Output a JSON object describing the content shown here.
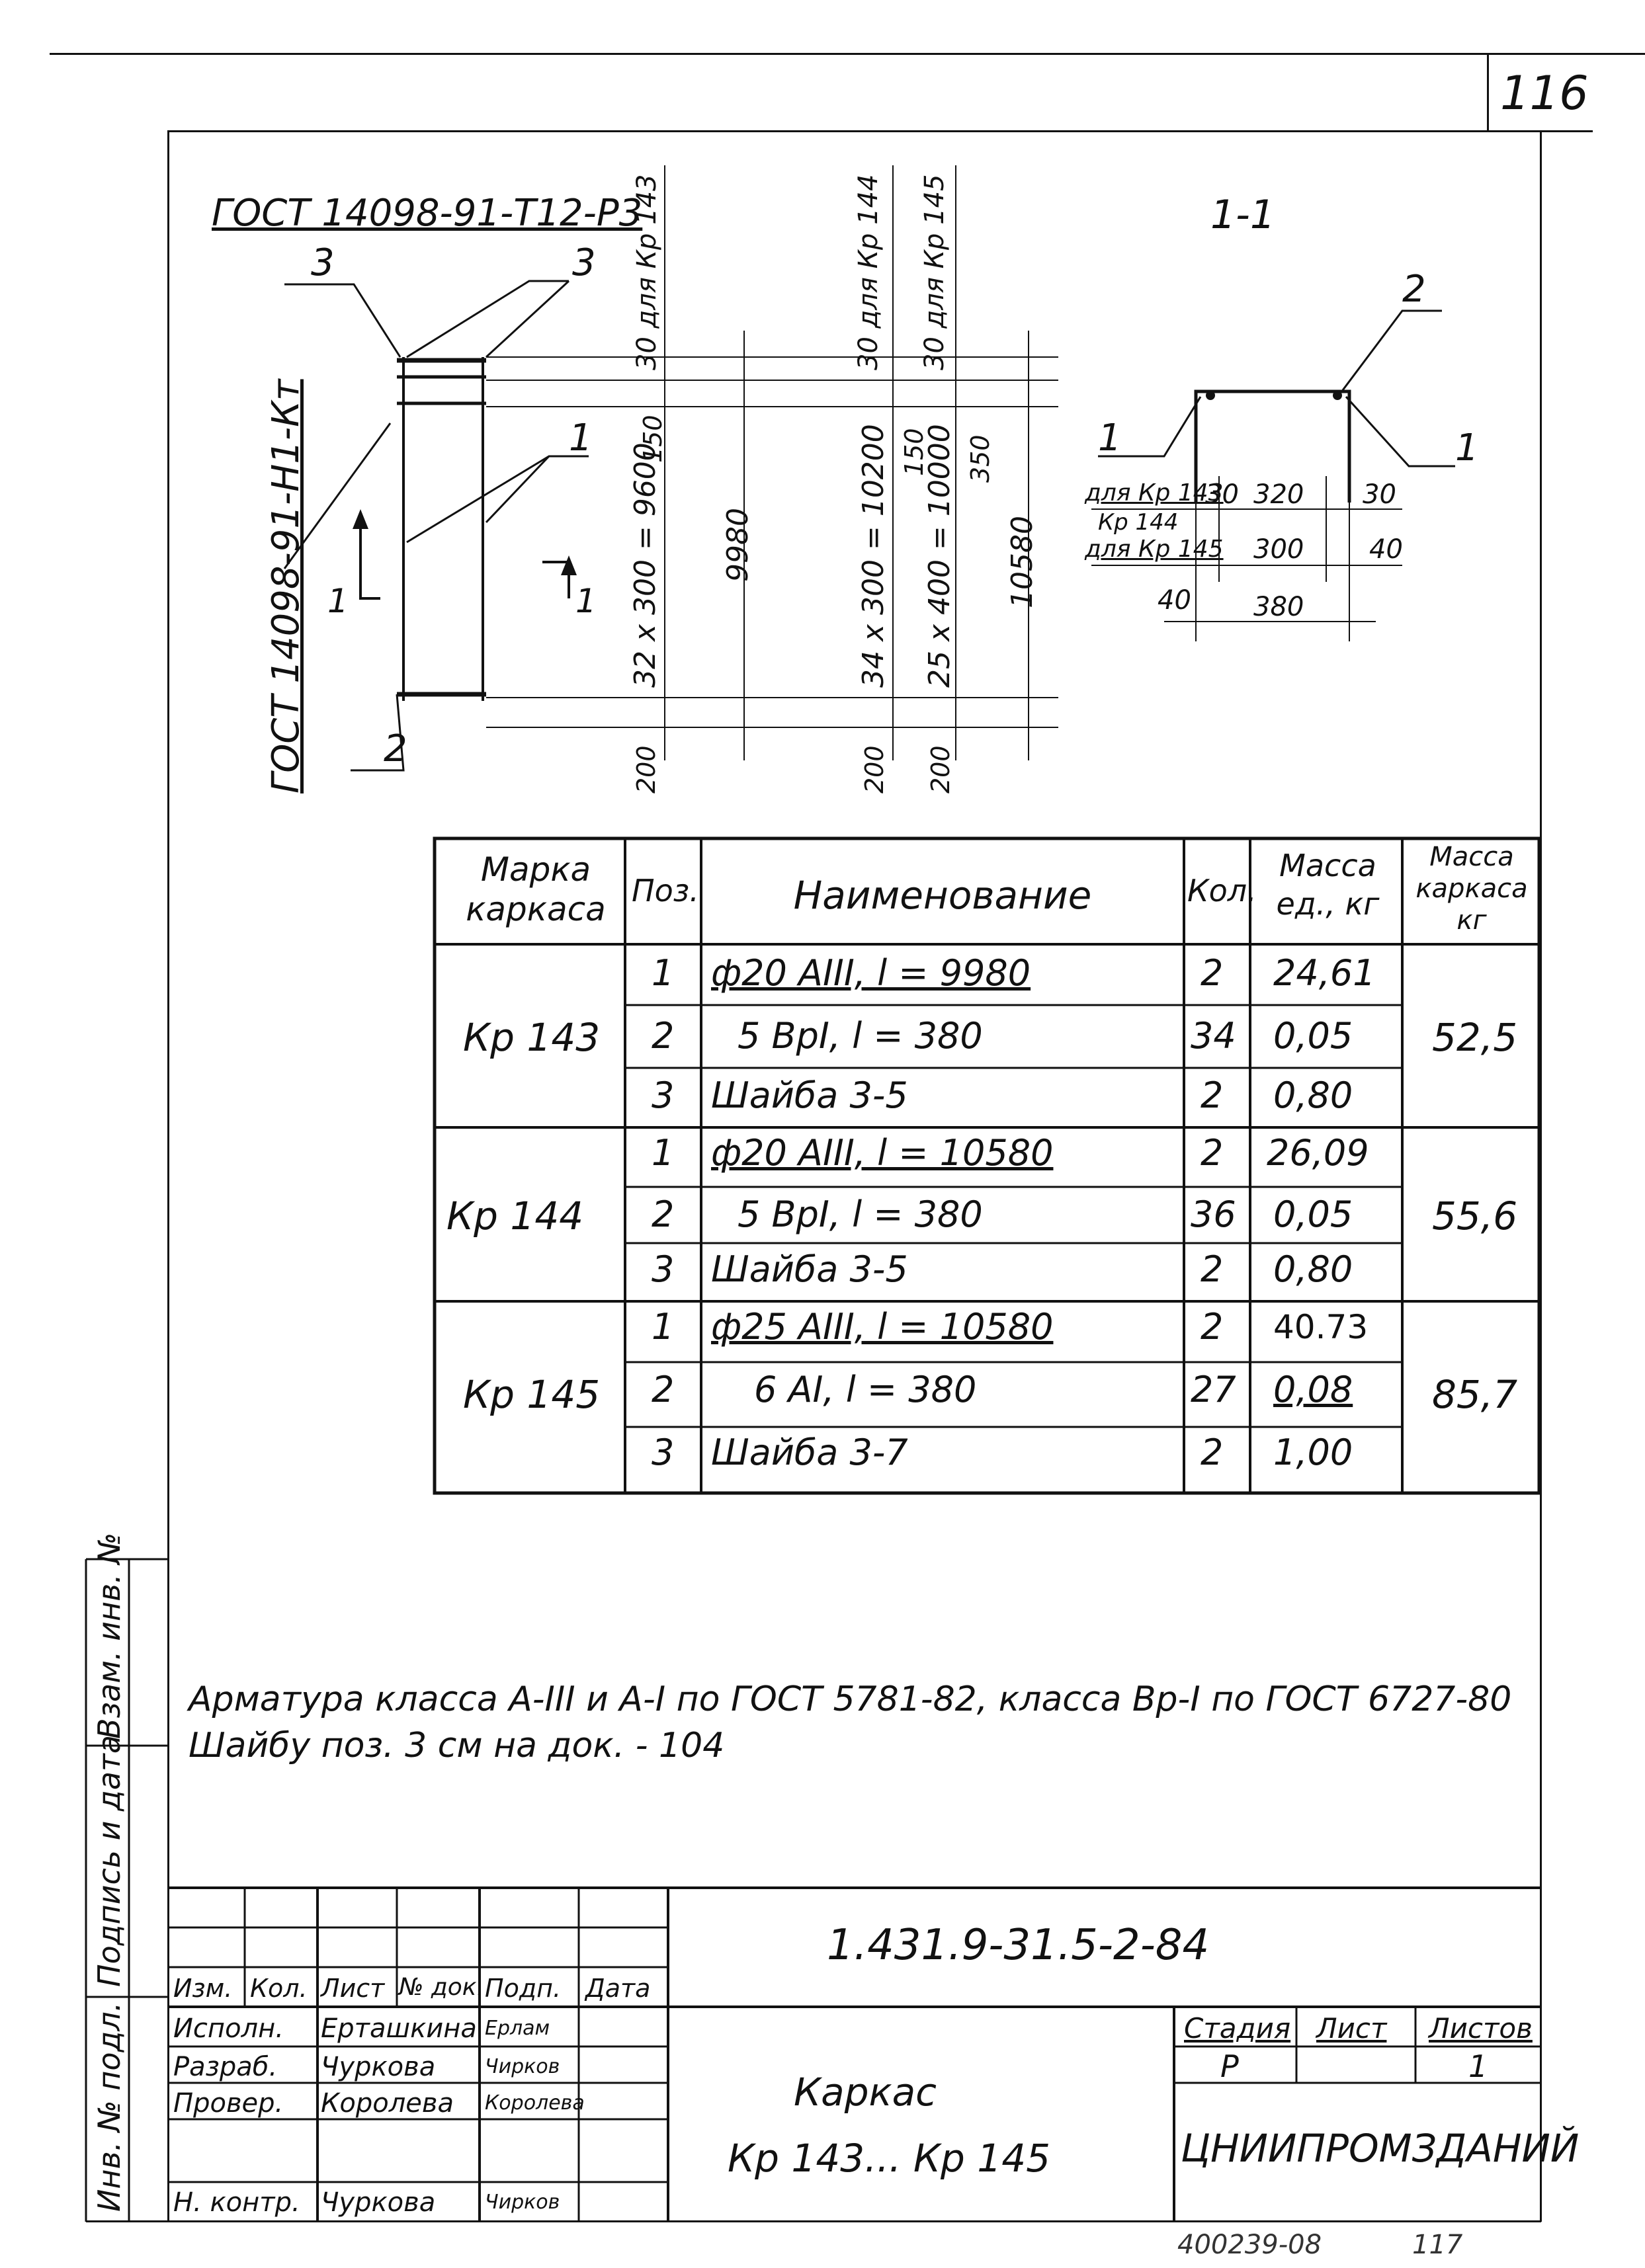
{
  "page_number": "116",
  "section_label": "1-1",
  "elevation": {
    "gost_top": "ГОСТ 14098-91-Т12-Р3",
    "gost_left": "ГОСТ 14098-91-Н1-Кт",
    "callouts": {
      "c3a": "3",
      "c3b": "3",
      "c1": "1",
      "c2": "2",
      "sec_left": "1",
      "sec_right": "1"
    },
    "dims": {
      "d30a": "30 для Кр 143",
      "d30b": "30 для Кр 144",
      "d30c": "30 для Кр 145",
      "d150a": "150",
      "d150b": "150",
      "d350": "350",
      "d_span_a": "32 x 300 = 9600",
      "d_9980": "9980",
      "d_span_b": "34 x 300 = 10200",
      "d_span_c": "25 x 400 = 10000",
      "d_10580": "10580",
      "d200a": "200",
      "d200b": "200",
      "d200c": "200"
    }
  },
  "section": {
    "c2": "2",
    "c1a": "1",
    "c1b": "1",
    "for_143": "для Кр 143",
    "for_144": "Кр 144",
    "for_145": "для Кр 145",
    "d30a": "30",
    "d320": "320",
    "d30b": "30",
    "d300": "300",
    "d40a": "40",
    "d40b": "40",
    "d380": "380"
  },
  "table": {
    "headers": {
      "mark": "Марка каркаса",
      "pos": "Поз.",
      "name": "Наименование",
      "qty": "Кол.",
      "unit_mass": "Масса ед., кг",
      "frame_mass": "Масса каркаса кг"
    },
    "groups": [
      {
        "mark": "Кр 143",
        "mass": "52,5",
        "rows": [
          {
            "pos": "1",
            "name": "ф20 АIII, l = 9980",
            "qty": "2",
            "unit": "24,61"
          },
          {
            "pos": "2",
            "name": "5 ВрI, l = 380",
            "qty": "34",
            "unit": "0,05"
          },
          {
            "pos": "3",
            "name": "Шайба 3-5",
            "qty": "2",
            "unit": "0,80"
          }
        ]
      },
      {
        "mark": "Кр 144",
        "mass": "55,6",
        "rows": [
          {
            "pos": "1",
            "name": "ф20 АIII, l = 10580",
            "qty": "2",
            "unit": "26,09"
          },
          {
            "pos": "2",
            "name": "5 ВрI, l = 380",
            "qty": "36",
            "unit": "0,05"
          },
          {
            "pos": "3",
            "name": "Шайба 3-5",
            "qty": "2",
            "unit": "0,80"
          }
        ]
      },
      {
        "mark": "Кр 145",
        "mass": "85,7",
        "rows": [
          {
            "pos": "1",
            "name": "ф25 АIII, l = 10580",
            "qty": "2",
            "unit": "40.73"
          },
          {
            "pos": "2",
            "name": "6 АI, l = 380",
            "qty": "27",
            "unit": "0,08"
          },
          {
            "pos": "3",
            "name": "Шайба 3-7",
            "qty": "2",
            "unit": "1,00"
          }
        ]
      }
    ]
  },
  "notes": {
    "line1": "Арматура класса А-III и А-I по ГОСТ 5781-82, класса Вр-I по ГОСТ 6727-80",
    "line2": "Шайбу поз. 3 см на док. - 104"
  },
  "side_stamp": {
    "inv": "Инв. № подл.",
    "sign": "Подпись и дата",
    "vzam": "Взам. инв. №"
  },
  "title_block": {
    "doc_code": "1.431.9-31.5-2-84",
    "col_heads": {
      "izm": "Изм.",
      "kol": "Кол.",
      "list": "Лист",
      "ndok": "№ док.",
      "podp": "Подп.",
      "data": "Дата"
    },
    "people": [
      {
        "role": "Исполн.",
        "name": "Ерташкина",
        "sign": "Ерлам"
      },
      {
        "role": "Разраб.",
        "name": "Чуркова",
        "sign": "Чирков"
      },
      {
        "role": "Провер.",
        "name": "Королева",
        "sign": "Королева"
      },
      {
        "role": "Н. контр.",
        "name": "Чуркова",
        "sign": "Чирков"
      }
    ],
    "title_line1": "Каркас",
    "title_line2": "Кр 143... Кр 145",
    "stage_head": "Стадия",
    "sheet_head": "Лист",
    "sheets_head": "Листов",
    "stage": "Р",
    "sheets": "1",
    "org": "ЦНИИПРОМЗДАНИЙ"
  },
  "footer_note": "400239-08",
  "footer_num": "117"
}
